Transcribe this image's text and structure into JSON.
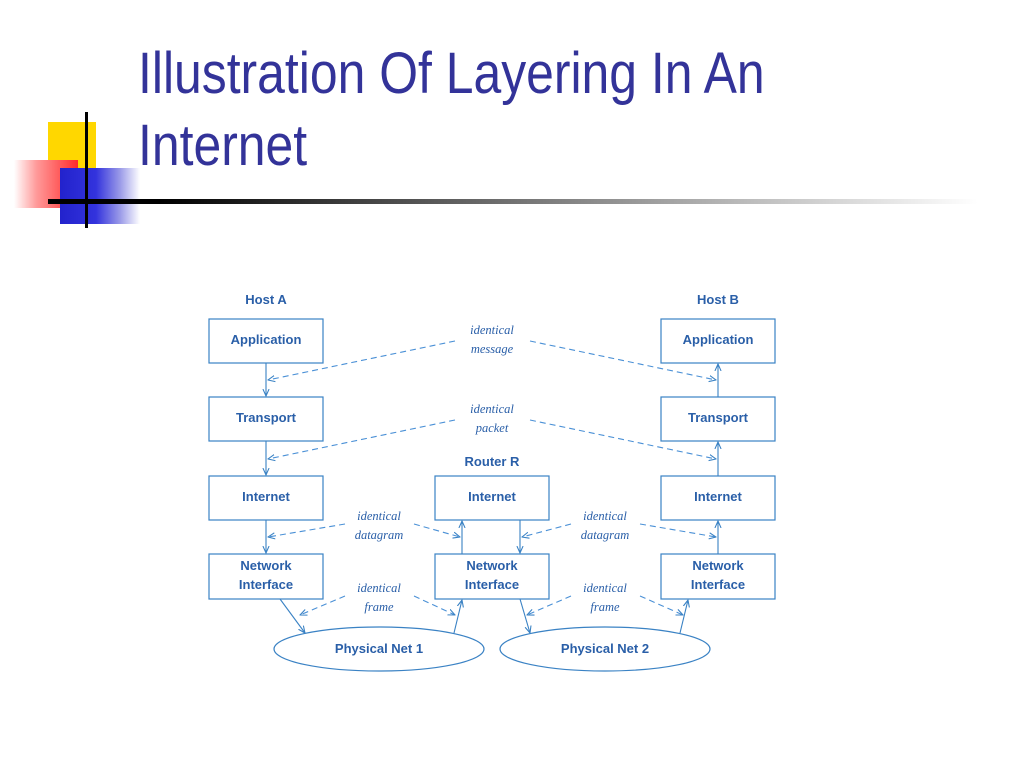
{
  "slide": {
    "title_line1": "Illustration Of Layering In An",
    "title_line2": "Internet"
  },
  "diagram": {
    "host_a": "Host A",
    "host_b": "Host B",
    "router": "Router R",
    "layers": {
      "application": "Application",
      "transport": "Transport",
      "internet": "Internet",
      "network_interface_line1": "Network",
      "network_interface_line2": "Interface"
    },
    "annotations": {
      "identical": "identical",
      "message": "message",
      "packet": "packet",
      "datagram": "datagram",
      "frame": "frame"
    },
    "networks": {
      "net1": "Physical Net 1",
      "net2": "Physical Net 2"
    },
    "colors": {
      "title": "#333399",
      "diagram_line": "#3a82c4",
      "diagram_text": "#2a5fa8"
    }
  }
}
